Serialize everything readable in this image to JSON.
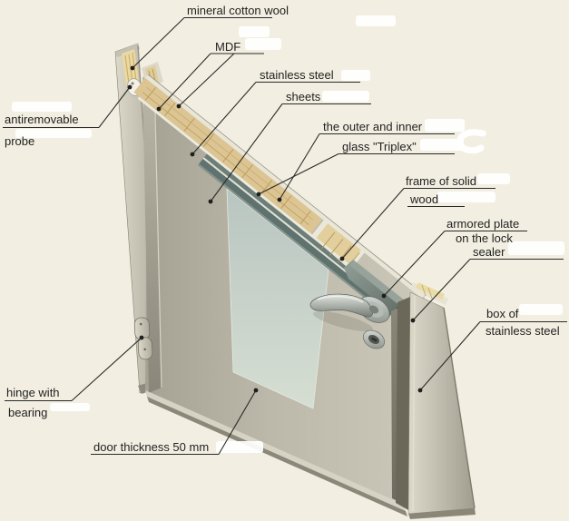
{
  "diagram": {
    "type": "armored-door-construction-cutaway",
    "background": "#f2efe2"
  },
  "labels": {
    "mineral_cotton_wool": {
      "lines": [
        "mineral cotton wool"
      ]
    },
    "mdf": {
      "lines": [
        "MDF"
      ]
    },
    "stainless_steel_sheets": {
      "lines": [
        "stainless steel",
        "sheets"
      ]
    },
    "outer_inner_glass": {
      "lines": [
        "the outer and inner",
        "glass \"Triplex\""
      ]
    },
    "frame_of_solid_wood": {
      "lines": [
        "frame of solid",
        "wood"
      ]
    },
    "armored_plate_on_lock": {
      "lines": [
        "armored plate",
        "on the lock"
      ]
    },
    "sealer": {
      "lines": [
        "sealer"
      ]
    },
    "box_of_stainless_steel": {
      "lines": [
        "box of",
        "stainless steel"
      ]
    },
    "antiremovable_probe": {
      "lines": [
        "antiremovable",
        "probe"
      ]
    },
    "hinge_with_bearing": {
      "lines": [
        "hinge with",
        "bearing"
      ]
    },
    "door_thickness": {
      "lines": [
        "door thickness 50 mm"
      ]
    }
  },
  "colors": {
    "background": "#f2efe2",
    "label_text": "#1f1f1f",
    "leader_line": "#2a2a28",
    "door_metal_light": "#d7d4c5",
    "door_metal_dark": "#8b8879",
    "wood_mdf": "#dcc592",
    "mineral_wool": "#ead9a2",
    "glass_triplex": "#5f726e",
    "frosted_window": "#c9d4cc",
    "armored_plate": "#6e7b74",
    "sealer": "#22221e",
    "chrome_handle": "#aeb4af"
  }
}
